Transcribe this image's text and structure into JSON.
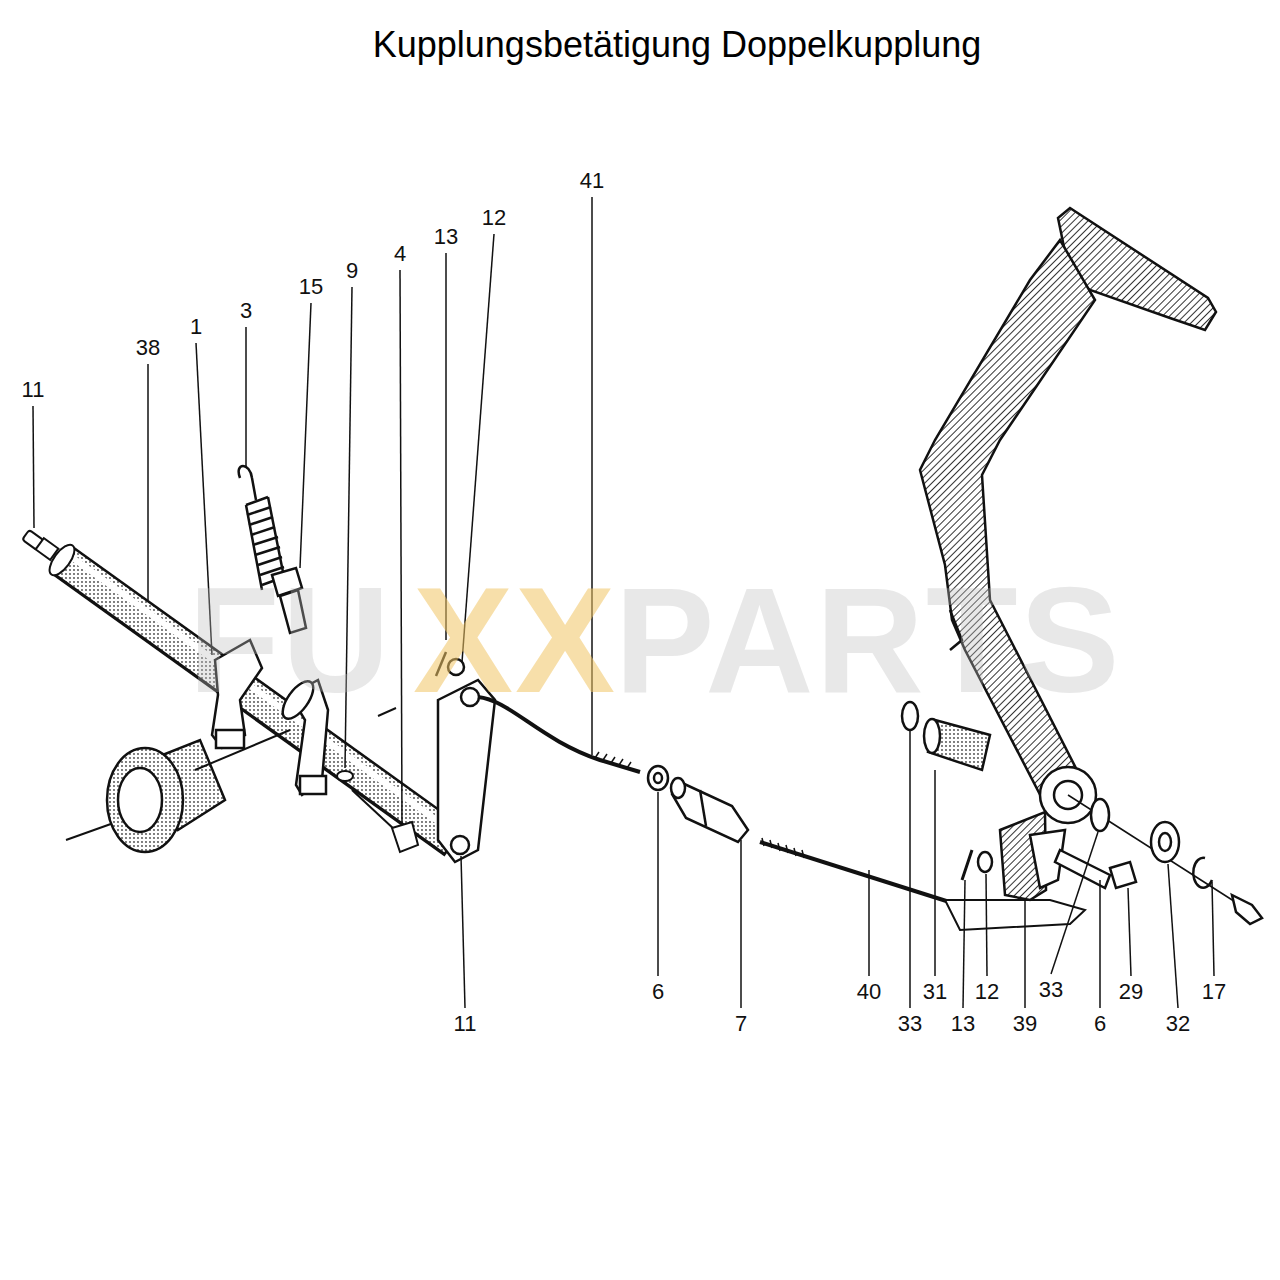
{
  "diagram": {
    "title": "Kupplungsbetätigung Doppelkupplung",
    "labels": [
      "11",
      "38",
      "1",
      "3",
      "15",
      "9",
      "4",
      "13",
      "12",
      "41",
      "11",
      "6",
      "7",
      "40",
      "33",
      "31",
      "13",
      "12",
      "39",
      "33",
      "6",
      "29",
      "32",
      "17",
      "FU",
      "XX",
      "PARTS"
    ]
  }
}
